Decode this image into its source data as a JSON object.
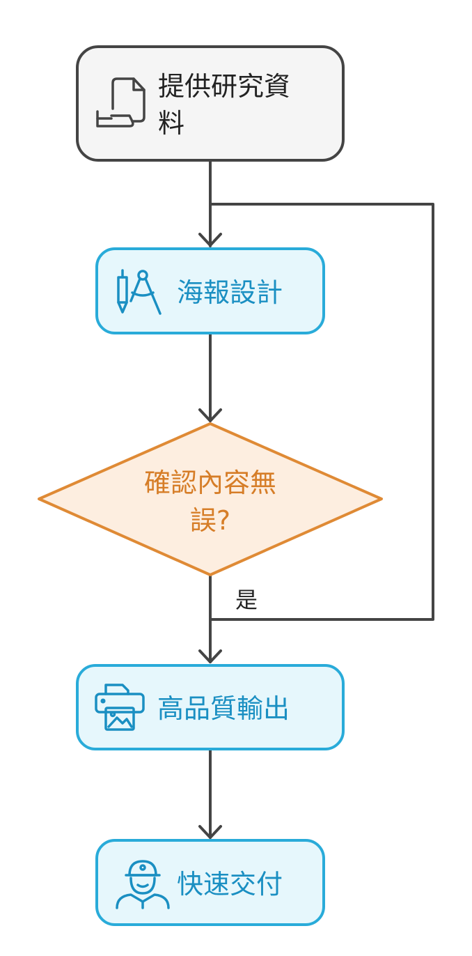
{
  "colors": {
    "start_fill": "#f5f5f5",
    "start_stroke": "#444444",
    "start_text": "#222222",
    "process_fill": "#e6f7fc",
    "process_stroke": "#29abd9",
    "process_text": "#1a8fc2",
    "decision_fill": "#fdeee0",
    "decision_stroke": "#df8a35",
    "decision_text": "#d67d27",
    "edge": "#444444"
  },
  "nodes": {
    "start": {
      "line1": "提供研究資",
      "line2": "料",
      "icon": "document-hand-icon"
    },
    "design": {
      "label": "海報設計",
      "icon": "pen-compass-icon"
    },
    "decision": {
      "line1": "確認內容無",
      "line2": "誤?"
    },
    "output": {
      "label": "高品質輸出",
      "icon": "printer-icon"
    },
    "delivery": {
      "label": "快速交付",
      "icon": "delivery-person-icon"
    }
  },
  "edges": {
    "yes_label": "是"
  }
}
